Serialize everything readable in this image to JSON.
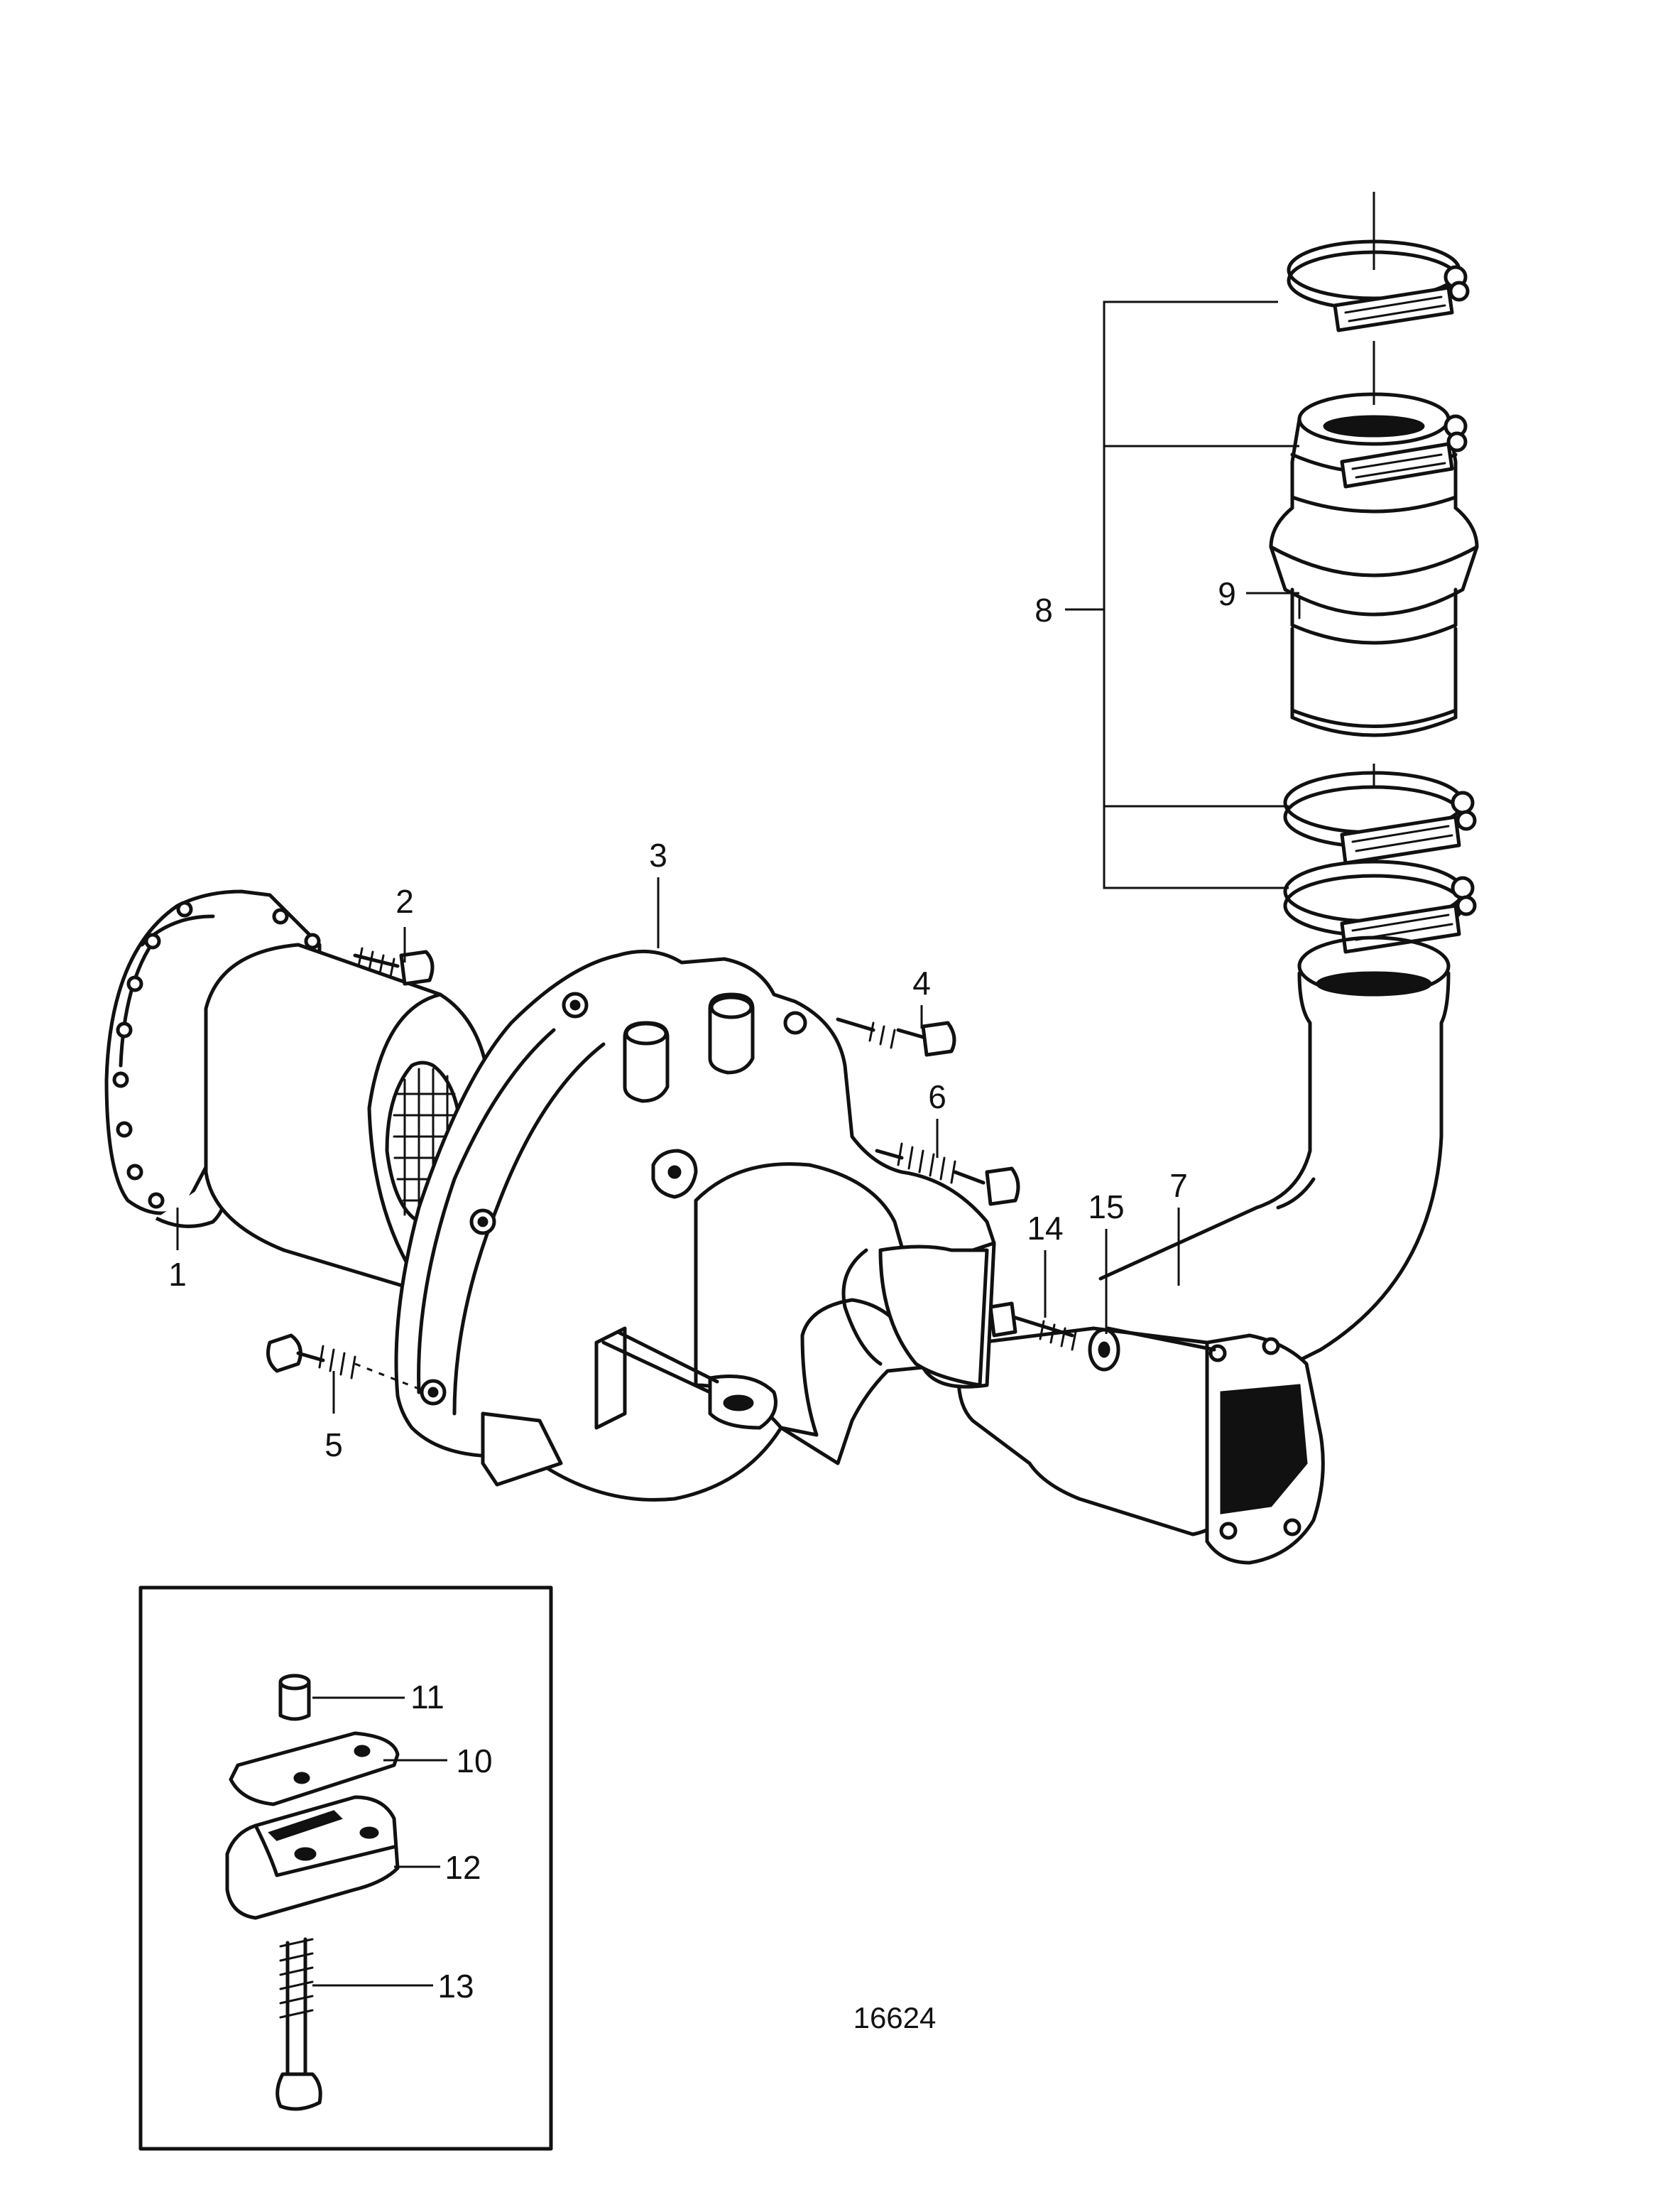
{
  "figure_number": "16624",
  "callouts": {
    "c1": "1",
    "c2": "2",
    "c3": "3",
    "c4": "4",
    "c5": "5",
    "c6": "6",
    "c7": "7",
    "c8": "8",
    "c9": "9",
    "c10": "10",
    "c11": "11",
    "c12": "12",
    "c13": "13",
    "c14": "14",
    "c15": "15"
  },
  "icons": [
    "hose-clamp-icon",
    "hose-sleeve-icon",
    "exhaust-elbow-icon",
    "housing-icon",
    "bolt-icon",
    "washer-icon",
    "mount-pad-icon"
  ]
}
